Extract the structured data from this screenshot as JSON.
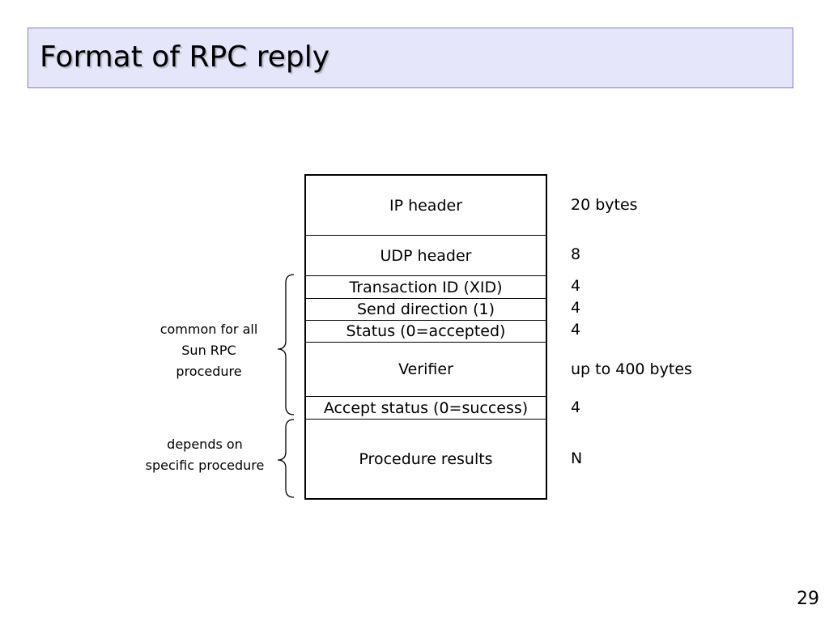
{
  "slide": {
    "title": "Format of RPC reply",
    "page_number": "29"
  },
  "packet": {
    "fields": [
      {
        "label": "IP header",
        "size": "20 bytes"
      },
      {
        "label": "UDP header",
        "size": "8"
      },
      {
        "label": "Transaction ID (XID)",
        "size": "4"
      },
      {
        "label": "Send direction (1)",
        "size": "4"
      },
      {
        "label": "Status (0=accepted)",
        "size": "4"
      },
      {
        "label": "Verifier",
        "size": "up to 400 bytes"
      },
      {
        "label": "Accept status (0=success)",
        "size": "4"
      },
      {
        "label": "Procedure results",
        "size": "N"
      }
    ]
  },
  "annotations": {
    "common_line1": "common for all",
    "common_line2": "Sun RPC",
    "common_line3": "procedure",
    "specific_line1": "depends on",
    "specific_line2": "specific procedure"
  }
}
